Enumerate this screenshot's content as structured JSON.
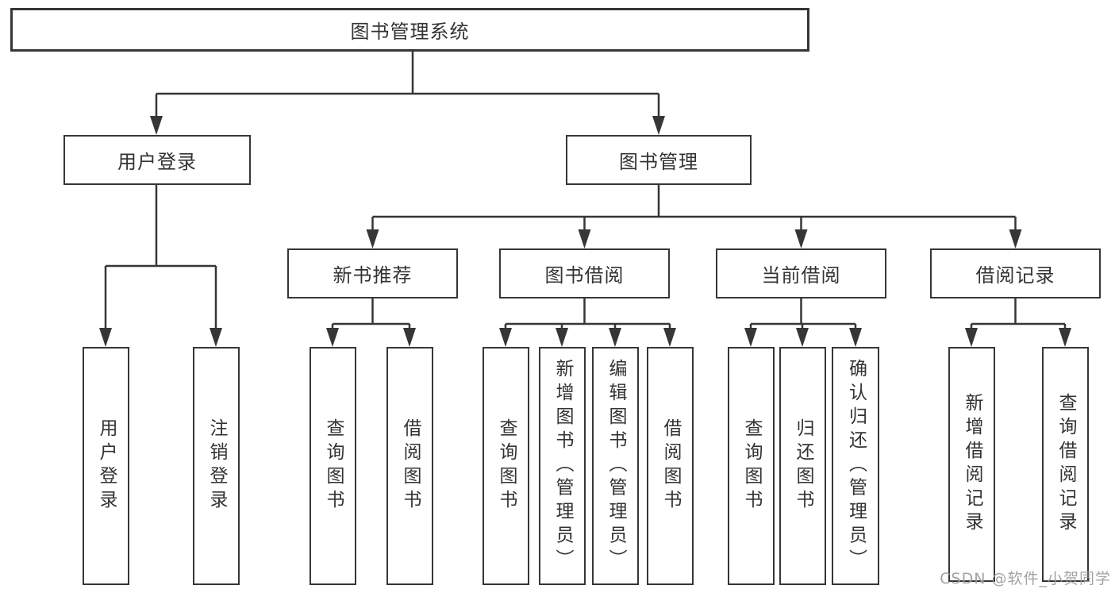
{
  "colors": {
    "line": "#363636",
    "box_border": "#363636",
    "text": "#333333",
    "background": "#ffffff",
    "watermark": "#9e9e9e"
  },
  "watermark": "CSDN @软件_小贺同学",
  "tree": {
    "root": "图书管理系统",
    "branches": [
      {
        "label": "用户登录",
        "leaves": [
          "用户登录",
          "注销登录"
        ]
      },
      {
        "label": "图书管理",
        "children": [
          {
            "label": "新书推荐",
            "leaves": [
              "查询图书",
              "借阅图书"
            ]
          },
          {
            "label": "图书借阅",
            "leaves": [
              "查询图书",
              "新增图书（管理员）",
              "编辑图书（管理员）",
              "借阅图书"
            ]
          },
          {
            "label": "当前借阅",
            "leaves": [
              "查询图书",
              "归还图书",
              "确认归还（管理员）"
            ]
          },
          {
            "label": "借阅记录",
            "leaves": [
              "新增借阅记录",
              "查询借阅记录"
            ]
          }
        ]
      }
    ]
  }
}
